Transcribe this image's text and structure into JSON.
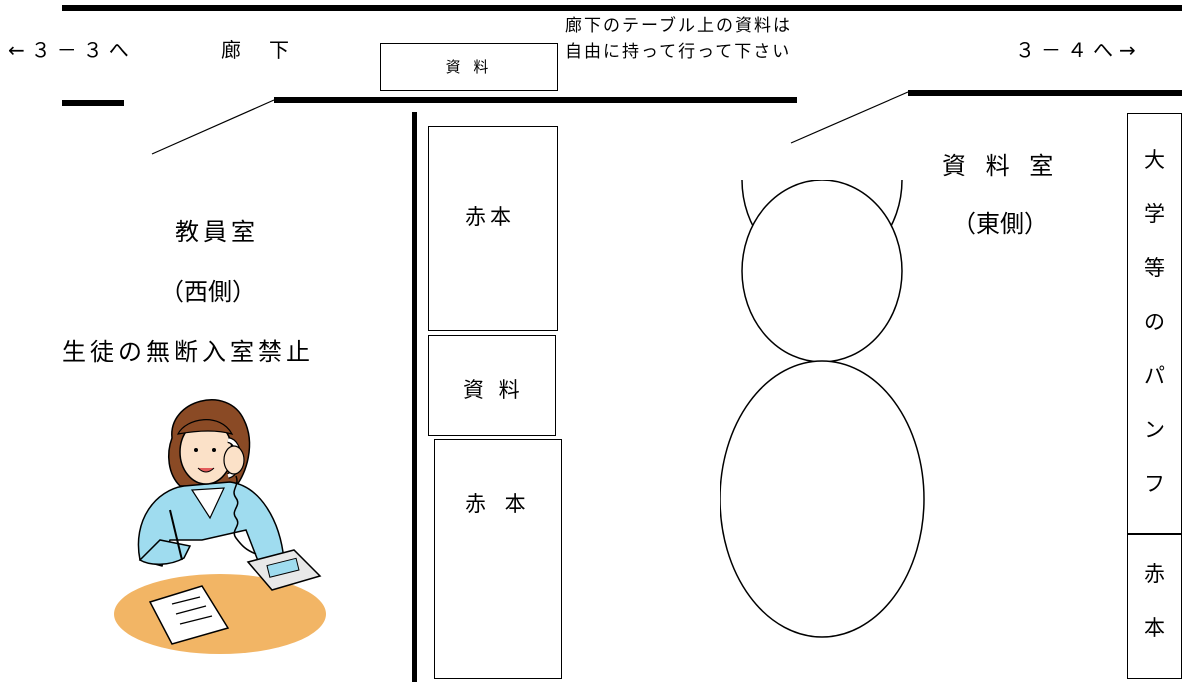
{
  "hallway": {
    "left_nav": "←３－３へ",
    "title": "廊　下",
    "right_nav": "３－４へ→",
    "table_label": "資 料",
    "notice_line1": "廊下のテーブル上の資料は",
    "notice_line2": "自由に持って行って下さい"
  },
  "staff_room": {
    "name": "教員室",
    "side": "（西側）",
    "rule": "生徒の無断入室禁止",
    "illustration": "teacher-on-phone-illustration"
  },
  "shelves": [
    {
      "label": "赤本"
    },
    {
      "label": "資 料"
    },
    {
      "label": "赤 本"
    }
  ],
  "resource_room": {
    "name": "資 料 室",
    "side": "（東側）",
    "pamphlet_chars": [
      "大",
      "学",
      "等",
      "の",
      "パ",
      "ン",
      "フ"
    ],
    "akahon_chars": [
      "赤",
      "本"
    ]
  },
  "colors": {
    "desk": "#f2b565",
    "blouse": "#9fdcef",
    "hair": "#8a4a25",
    "skin": "#fbe1c8",
    "line": "#000000"
  }
}
